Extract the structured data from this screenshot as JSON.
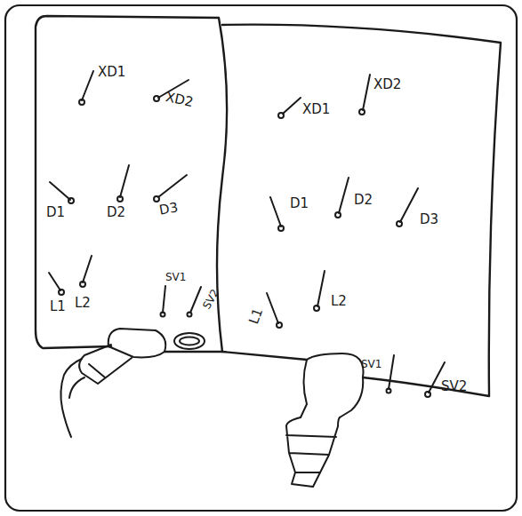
{
  "diagram": {
    "labels": [
      "XD1",
      "XD2",
      "D1",
      "D2",
      "D3",
      "L1",
      "L2",
      "SV1",
      "SV2",
      "XD1",
      "XD2",
      "D1",
      "D2",
      "D3",
      "L1",
      "L2",
      "SV1",
      "SV2"
    ]
  }
}
